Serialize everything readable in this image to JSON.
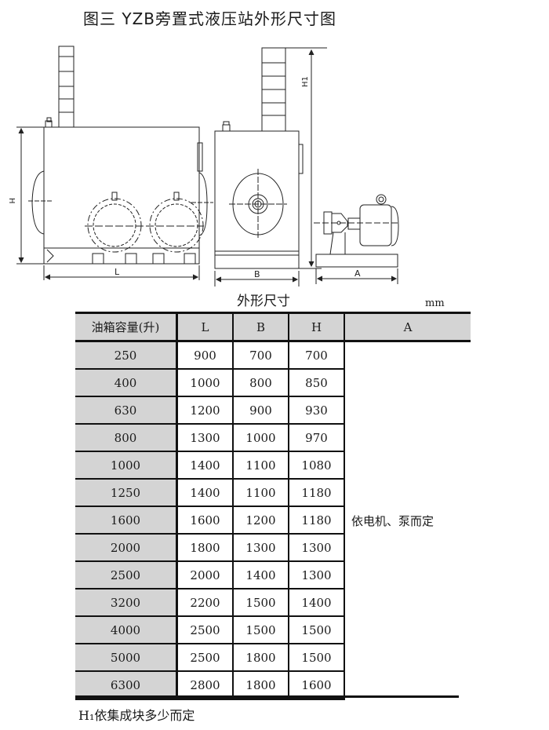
{
  "title": "图三  YZB旁置式液压站外形尺寸图",
  "drawing": {
    "dim_L": "L",
    "dim_B": "B",
    "dim_H": "H",
    "dim_H1": "H1",
    "dim_A": "A"
  },
  "table": {
    "caption": "外形尺寸",
    "unit": "mm",
    "headers": [
      "油箱容量(升)",
      "L",
      "B",
      "H",
      "A"
    ],
    "a_value": "依电机、泵而定",
    "rows": [
      [
        "250",
        "900",
        "700",
        "700"
      ],
      [
        "400",
        "1000",
        "800",
        "850"
      ],
      [
        "630",
        "1200",
        "900",
        "930"
      ],
      [
        "800",
        "1300",
        "1000",
        "970"
      ],
      [
        "1000",
        "1400",
        "1100",
        "1080"
      ],
      [
        "1250",
        "1400",
        "1100",
        "1180"
      ],
      [
        "1600",
        "1600",
        "1200",
        "1180"
      ],
      [
        "2000",
        "1800",
        "1300",
        "1300"
      ],
      [
        "2500",
        "2000",
        "1400",
        "1300"
      ],
      [
        "3200",
        "2200",
        "1500",
        "1400"
      ],
      [
        "4000",
        "2500",
        "1500",
        "1500"
      ],
      [
        "5000",
        "2500",
        "1800",
        "1500"
      ],
      [
        "6300",
        "2800",
        "1800",
        "1600"
      ]
    ]
  },
  "note": "H₁依集成块多少而定"
}
